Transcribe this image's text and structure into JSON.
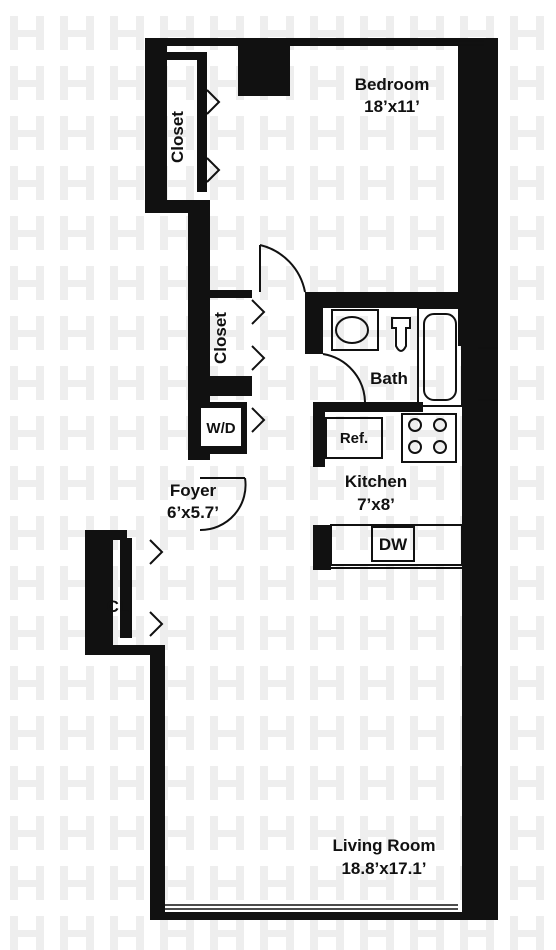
{
  "colors": {
    "wall": "#111111",
    "background": "#ffffff",
    "watermark": "#eeeeee"
  },
  "watermark_icon": "building-logo-icon",
  "rooms": {
    "bedroom": {
      "name": "Bedroom",
      "dims": "18’x11’"
    },
    "bath": {
      "name": "Bath"
    },
    "kitchen": {
      "name": "Kitchen",
      "dims": "7’x8’"
    },
    "foyer": {
      "name": "Foyer",
      "dims": "6’x5.7’"
    },
    "living": {
      "name": "Living Room",
      "dims": "18.8’x17.1’"
    }
  },
  "closets": {
    "bedroom_closet": "Closet",
    "hall_closet": "Closet",
    "coat_closet": "CL"
  },
  "appliances": {
    "washer_dryer": "W/D",
    "refrigerator": "Ref.",
    "dishwasher": "DW"
  }
}
